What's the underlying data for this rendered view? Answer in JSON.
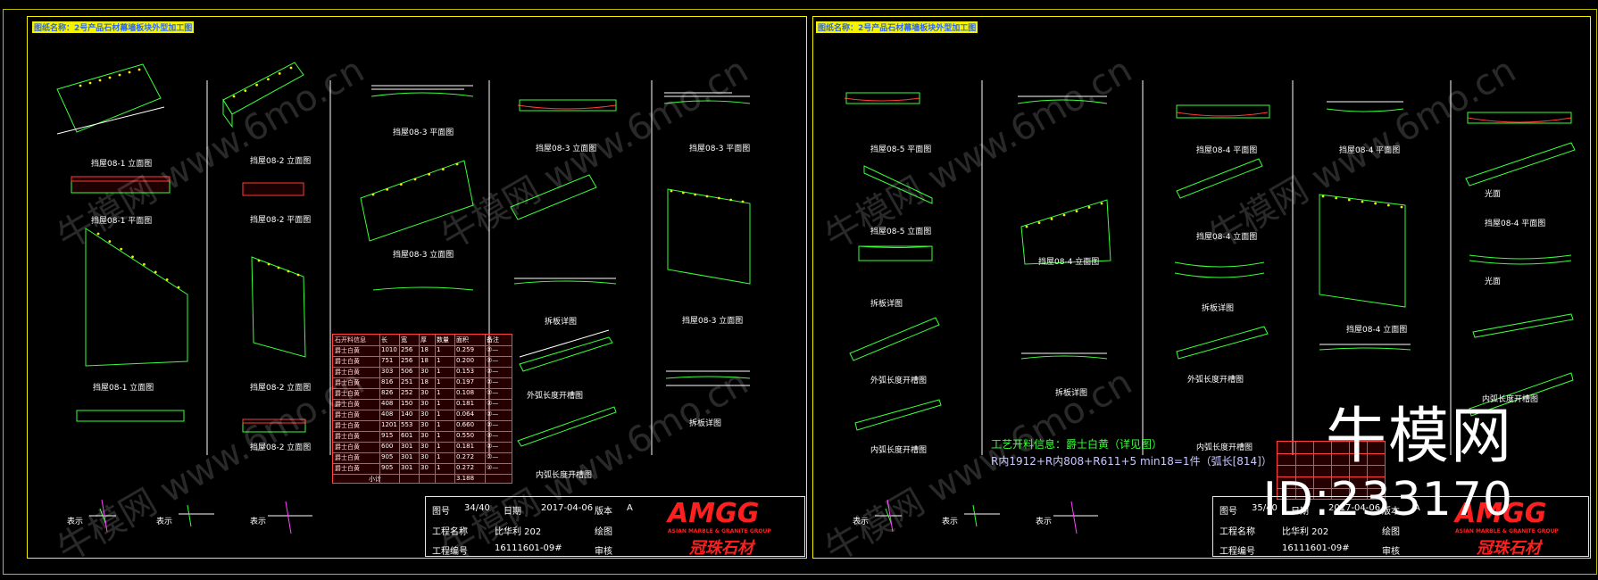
{
  "panels": [
    {
      "title": "图纸名称：2号产品石材幕墙板块外型加工图",
      "titleblock": {
        "drawing_no_label": "图号",
        "drawing_no": "34/40",
        "date_label": "日期",
        "date": "2017-04-06",
        "version_label": "版本",
        "version": "A",
        "project_name_label": "工程名称",
        "project_name": "比华利 202",
        "drawn_label": "绘图",
        "project_no_label": "工程编号",
        "project_no": "16111601-09#",
        "review_label": "审核"
      },
      "logo_main": "AMGG",
      "logo_sub": "ASIAN MARBLE & GRANITE GROUP",
      "logo_script": "冠珠石材",
      "legend": [
        "表示",
        "表示",
        "表示"
      ]
    },
    {
      "title": "图纸名称：2号产品石材幕墙板块外型加工图",
      "titleblock": {
        "drawing_no_label": "图号",
        "drawing_no": "35/40",
        "date_label": "日期",
        "date": "2017-04-06",
        "version_label": "版本",
        "version": "A",
        "project_name_label": "工程名称",
        "project_name": "比华利 202",
        "drawn_label": "绘图",
        "project_no_label": "工程编号",
        "project_no": "16111601-09#",
        "review_label": "审核"
      },
      "logo_main": "AMGG",
      "logo_sub": "ASIAN MARBLE & GRANITE GROUP",
      "logo_script": "冠珠石材",
      "legend": [
        "表示",
        "表示",
        "表示"
      ],
      "notes": [
        "工艺开料信息：爵士白黄（详见图）",
        "R内1912+R内808+R611+5 min18=1件（弧长[814]）"
      ]
    }
  ],
  "material_table": {
    "headers": [
      "石开料信息",
      "长",
      "宽",
      "厚",
      "数量",
      "面积",
      "备注"
    ],
    "rows": [
      [
        "爵士白黄",
        "1010",
        "256",
        "18",
        "1",
        "0.259",
        "②—"
      ],
      [
        "爵士白黄",
        "751",
        "256",
        "18",
        "1",
        "0.200",
        "②—"
      ],
      [
        "爵士白黄",
        "303",
        "506",
        "30",
        "1",
        "0.153",
        "②—"
      ],
      [
        "爵士白黄",
        "816",
        "251",
        "18",
        "1",
        "0.197",
        "②—"
      ],
      [
        "爵士白黄",
        "826",
        "252",
        "30",
        "1",
        "0.108",
        "②—"
      ],
      [
        "爵士白黄",
        "408",
        "150",
        "30",
        "1",
        "0.181",
        "②—"
      ],
      [
        "爵士白黄",
        "408",
        "140",
        "30",
        "1",
        "0.064",
        "②—"
      ],
      [
        "爵士白黄",
        "1201",
        "553",
        "30",
        "1",
        "0.660",
        "②—"
      ],
      [
        "爵士白黄",
        "915",
        "601",
        "30",
        "1",
        "0.550",
        "②—"
      ],
      [
        "爵士白黄",
        "600",
        "301",
        "30",
        "1",
        "0.181",
        "②—"
      ],
      [
        "爵士白黄",
        "905",
        "301",
        "30",
        "1",
        "0.272",
        "②—"
      ],
      [
        "爵士白黄",
        "905",
        "301",
        "30",
        "1",
        "0.272",
        "②—"
      ]
    ],
    "total_label": "小计",
    "total_value": "3.188"
  },
  "captions_left": [
    "挡屋08-1 立面图",
    "挡屋08-1 平面图",
    "挡屋08-1 立面图",
    "挡屋08-2 立面图",
    "挡屋08-2 平面图",
    "挡屋08-2 立面图",
    "挡屋08-2 立面图",
    "挡屋08-3 平面图",
    "挡屋08-3 立面图",
    "挡屋08-3 立面图",
    "拆板详图",
    "外弧长度开槽图",
    "内弧长度开槽图",
    "挡屋08-3 平面图",
    "挡屋08-3 立面图",
    "拆板详图"
  ],
  "captions_right": [
    "挡屋08-5 平面图",
    "挡屋08-5 立面图",
    "拆板详图",
    "外弧长度开槽图",
    "内弧长度开槽图",
    "挡屋08-4 立面图",
    "拆板详图",
    "挡屋08-4 平面图",
    "挡屋08-4 立面图",
    "拆板详图",
    "外弧长度开槽图",
    "内弧长度开槽图",
    "挡屋08-4 平面图",
    "挡屋08-4 立面图",
    "光面",
    "挡屋08-4 平面图",
    "光面",
    "内弧长度开槽图"
  ],
  "watermark": "牛模网 www.6mo.cn",
  "brand_text": "牛模网",
  "brand_id": "ID:233170",
  "colors": {
    "background": "#000000",
    "sheet_border": "#f5f100",
    "lines": "#39ff39",
    "dims": "#ffffff",
    "table": "#ff4040",
    "logo": "#ff1f1f"
  }
}
